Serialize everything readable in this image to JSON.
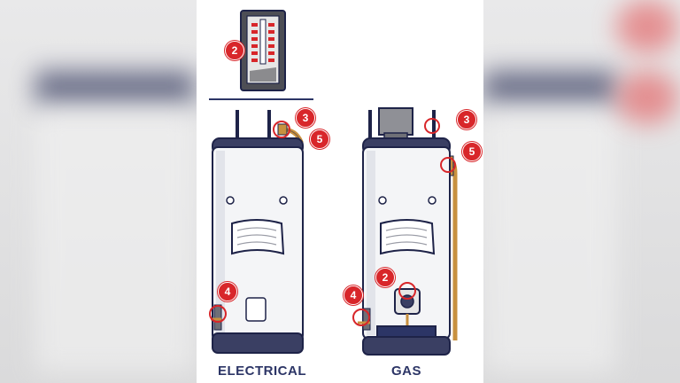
{
  "labels": {
    "electrical": "ELECTRICAL",
    "gas": "GAS"
  },
  "callouts": {
    "thermostat": "2",
    "elec_valve": "3",
    "elec_pipe": "5",
    "elec_drain": "4",
    "gas_valve": "3",
    "gas_pipe": "5",
    "gas_control": "2",
    "gas_drain": "4"
  },
  "colors": {
    "callout": "#d8262a",
    "divider": "#2c3566",
    "label": "#2c3566",
    "pipe": "#c8913f",
    "tank": "#f4f5f7",
    "outline": "#1e2348"
  }
}
